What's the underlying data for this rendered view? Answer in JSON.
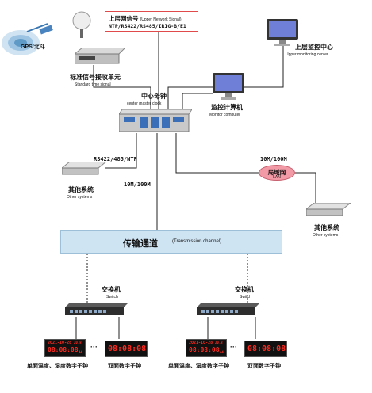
{
  "gps": {
    "label": "GPS/北斗"
  },
  "upper_signal": {
    "title_zh": "上层网信号",
    "title_en": "(Upper Network Signal)",
    "protocols": "NTP/RS422/RS485/IRIG-B/E1"
  },
  "receiver": {
    "label_zh": "标准信号接收单元",
    "label_en": "Standard time signal"
  },
  "upper_center": {
    "label_zh": "上层监控中心",
    "label_en": "Upper monitoring center"
  },
  "master_clock": {
    "label_zh": "中心母钟",
    "label_en": "center master clock"
  },
  "monitor_pc": {
    "label_zh": "监控计算机",
    "label_en": "Monitor computer"
  },
  "links": {
    "rs_ntp": "RS422/485/NTP",
    "speed_left": "10M/100M",
    "speed_right": "10M/100M"
  },
  "lan": {
    "label_zh": "局域网",
    "label_en": "LAN"
  },
  "other_left": {
    "label_zh": "其他系统",
    "label_en": "Other systems"
  },
  "other_right": {
    "label_zh": "其他系统",
    "label_en": "Other systems"
  },
  "channel": {
    "label_zh": "传输通道",
    "label_en": "(Transmission channel)"
  },
  "switch_left": {
    "label_zh": "交换机",
    "label_en": "Switch"
  },
  "switch_right": {
    "label_zh": "交换机",
    "label_en": "Switch"
  },
  "clocks": {
    "ellipsis": "···",
    "single_display": {
      "date": "2021-10-28",
      "time": "08:08:08",
      "temp": "20.8",
      "humi": "44"
    },
    "double_display": {
      "time": "08:08:08"
    },
    "left_single_label": "单面温度、湿度数字子钟",
    "left_double_label": "双面数字子钟",
    "right_single_label": "单面温度、湿度数字子钟",
    "right_double_label": "双面数字子钟"
  },
  "colors": {
    "line": "#222222",
    "channel_fill": "#cfe4f3",
    "lan_fill": "#f29aa6",
    "led": "#ff2a1f",
    "signal_border": "#e14a4a"
  }
}
